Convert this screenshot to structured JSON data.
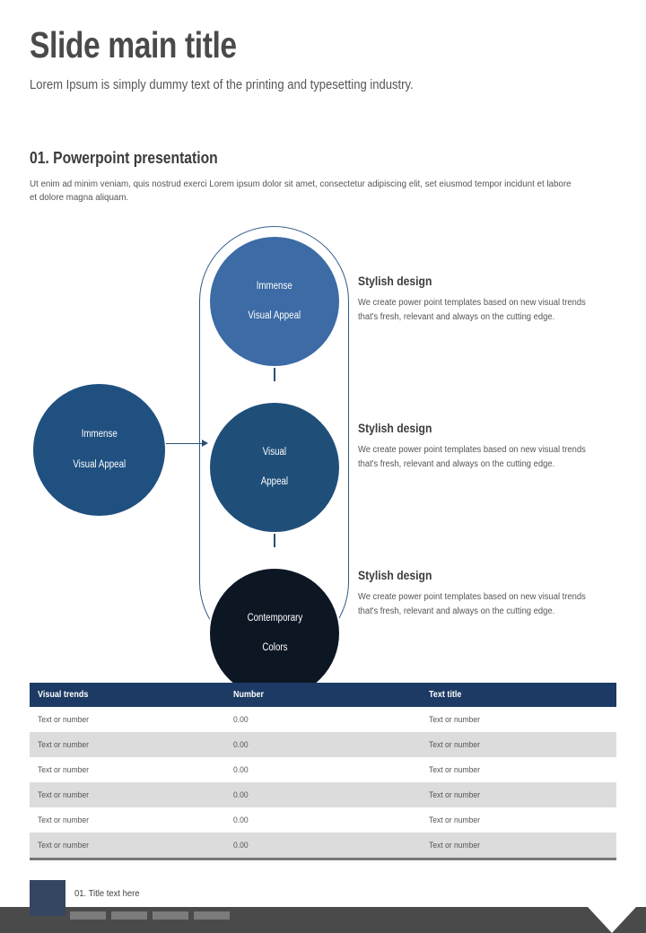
{
  "header": {
    "title": "Slide main title",
    "subtitle": "Lorem Ipsum is simply dummy text of the printing and typesetting industry."
  },
  "section": {
    "title": "01. Powerpoint presentation",
    "body": "Ut enim ad minim veniam, quis nostrud exerci  Lorem ipsum dolor sit amet, consectetur adipiscing elit, set eiusmod tempor incidunt et labore et dolore magna aliquam."
  },
  "diagram": {
    "circles": [
      {
        "id": "top",
        "line1": "Immense",
        "line2": "Visual Appeal",
        "color": "#3c6ba5"
      },
      {
        "id": "middle",
        "line1": "Visual",
        "line2": "Appeal",
        "color": "#1f4f79"
      },
      {
        "id": "bottom",
        "line1": "Contemporary",
        "line2": "Colors",
        "color": "#0d1724"
      },
      {
        "id": "left",
        "line1": "Immense",
        "line2": "Visual Appeal",
        "color": "#1f5080"
      }
    ],
    "outline_color": "#2e5c8a",
    "connector_color": "#2b4f73"
  },
  "info_blocks": [
    {
      "title": "Stylish design",
      "body": "We create power point templates based on new visual trends that's fresh, relevant and always on the cutting edge."
    },
    {
      "title": "Stylish design",
      "body": "We create power point templates based on new visual trends that's fresh, relevant and always on the cutting edge."
    },
    {
      "title": "Stylish design",
      "body": "We create power point templates based on new visual trends that's fresh, relevant and always on the cutting edge."
    }
  ],
  "table": {
    "header_color": "#1c3a63",
    "columns": [
      "Visual trends",
      "Number",
      "Text title"
    ],
    "rows": [
      [
        "Text or number",
        "0.00",
        "Text or number"
      ],
      [
        "Text or number",
        "0.00",
        "Text or number"
      ],
      [
        "Text or number",
        "0.00",
        "Text or number"
      ],
      [
        "Text or number",
        "0.00",
        "Text or number"
      ],
      [
        "Text or number",
        "0.00",
        "Text or number"
      ],
      [
        "Text or number",
        "0.00",
        "Text or number"
      ]
    ]
  },
  "footer": {
    "label": "01. Title text here",
    "bar_color": "#4a4a4a",
    "square_color": "#344661"
  }
}
